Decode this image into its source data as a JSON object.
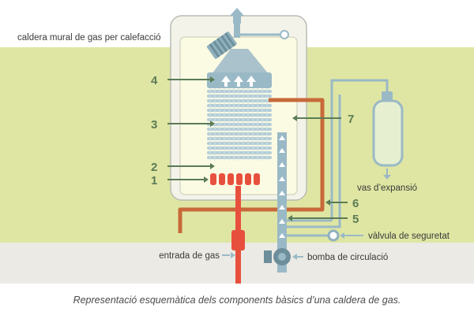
{
  "title": "caldera mural de gas per calefacció",
  "caption": "Representació esquemàtica dels components bàsics d’una caldera de gas.",
  "callouts": {
    "n1": "1",
    "n2": "2",
    "n3": "3",
    "n4": "4",
    "n5": "5",
    "n6": "6",
    "n7": "7"
  },
  "labels": {
    "expansion_vessel": "vas d’expansió",
    "safety_valve": "vàlvula de seguretat",
    "gas_inlet": "entrada de gas",
    "circulation_pump": "bomba de circulació"
  },
  "colors": {
    "wall_band": "#dfe6a3",
    "floor_band": "#ebeae4",
    "boiler_body": "#fbfbe6",
    "cold_pipe": "#9ab9c6",
    "hot_pipe": "#c8693a",
    "gas_pipe": "#e8503e",
    "callout_text": "#5b7b55"
  }
}
